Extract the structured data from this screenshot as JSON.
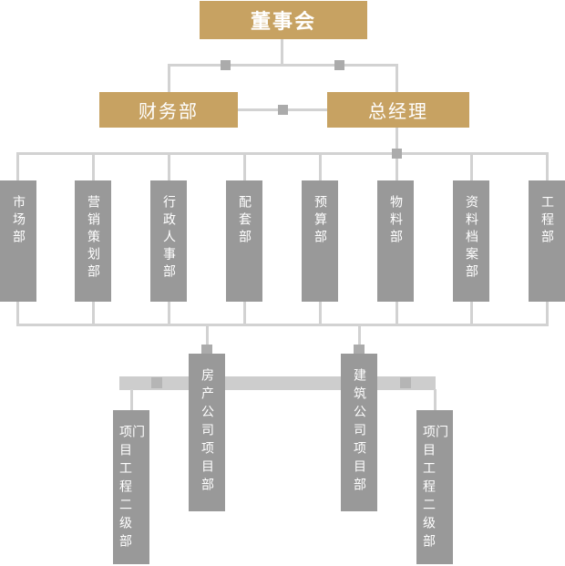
{
  "colors": {
    "gold": "#C7A262",
    "gray": "#999999",
    "line": "#D2D2D2",
    "junction": "#ABABAB",
    "band": "#CDCDCD",
    "band_junction": "#B5B5B5",
    "text": "#FFFFFF",
    "bg": "#FFFFFF"
  },
  "org": {
    "board": {
      "label": "董事会"
    },
    "level2": [
      {
        "label": "财务部"
      },
      {
        "label": "总经理"
      }
    ],
    "departments": [
      {
        "label": "市场部"
      },
      {
        "label": "营销策划部"
      },
      {
        "label": "行政人事部"
      },
      {
        "label": "配套部"
      },
      {
        "label": "预算部"
      },
      {
        "label": "物料部"
      },
      {
        "label": "资料档案部"
      },
      {
        "label": "工程部"
      }
    ],
    "project_depts": [
      {
        "label": "房产公司项目部"
      },
      {
        "label": "建筑公司项目部"
      }
    ],
    "secondary_depts": [
      {
        "label": "项目工程二级部门"
      },
      {
        "label": "项目工程二级部门"
      }
    ]
  }
}
